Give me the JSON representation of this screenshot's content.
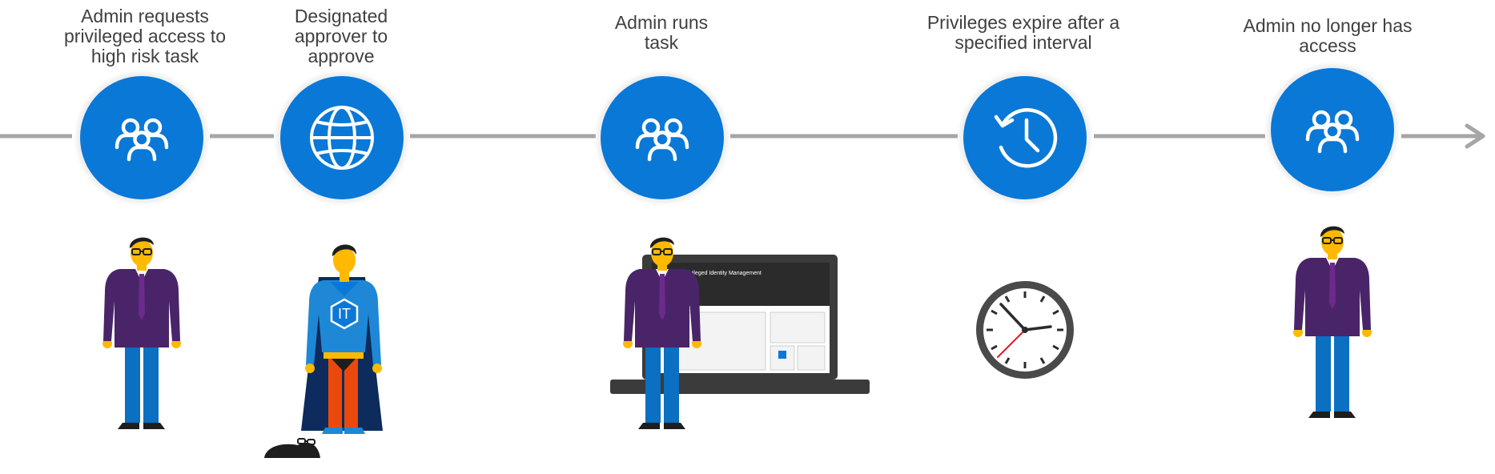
{
  "colors": {
    "accent": "#0a78d7",
    "timeline": "#a6a6a6",
    "suit": "#4a2468",
    "pants": "#0b6fc2",
    "skin": "#ffb900",
    "hair": "#1e1e1e",
    "laptop": "#3b3b3b",
    "cape": "#0d2b5c",
    "superhero_pants": "#e94a0c"
  },
  "steps": [
    {
      "lines": [
        "Admin requests",
        "privileged access to",
        "high risk task"
      ],
      "icon": "people-icon"
    },
    {
      "lines": [
        "Designated",
        "approver to",
        "approve"
      ],
      "icon": "globe-icon"
    },
    {
      "lines": [
        "Admin runs",
        "task"
      ],
      "icon": "people-icon"
    },
    {
      "lines": [
        "Privileges expire after a",
        "specified interval"
      ],
      "icon": "history-clock-icon"
    },
    {
      "lines": [
        "Admin no longer has",
        "access"
      ],
      "icon": "people-icon"
    }
  ],
  "illustrations": {
    "approver_badge": "IT",
    "laptop_screen_title": "MIC Privileged Identity Management"
  }
}
